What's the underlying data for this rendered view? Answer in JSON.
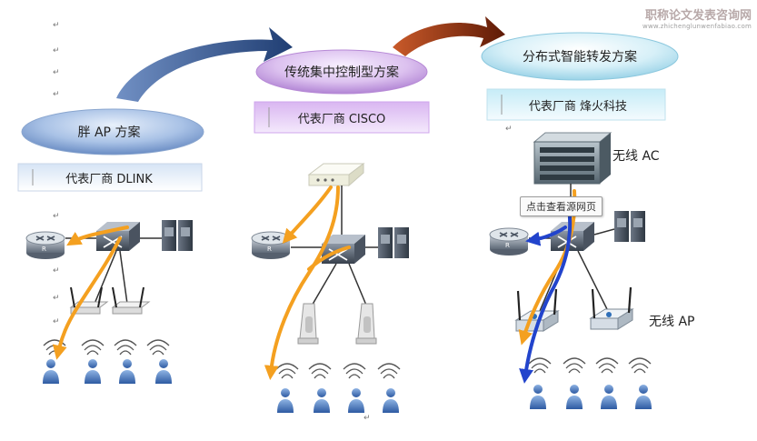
{
  "diagram": {
    "fat_ap": {
      "title": "胖 AP 方案",
      "vendor": "代表厂商 DLINK"
    },
    "centralized": {
      "title": "传统集中控制型方案",
      "vendor": "代表厂商 CISCO"
    },
    "distributed": {
      "title": "分布式智能转发方案",
      "vendor": "代表厂商 烽火科技"
    },
    "ac_label": "无线 AC",
    "ap_label": "无线 AP",
    "tooltip": "点击查看源网页",
    "paragraph_mark": "↵"
  },
  "watermark": {
    "name": "职称论文发表咨询网",
    "url": "www.zhichenglunwenfabiao.com"
  },
  "colors": {
    "flow_orange": "#f4a020",
    "flow_blue": "#2244cc",
    "ellipse_blue": "#6f95cc",
    "ellipse_purple": "#c79fe0",
    "ellipse_cyan": "#bfe6f2",
    "arrow_navy": "#2d4f86",
    "arrow_brown": "#7a2a0f"
  }
}
